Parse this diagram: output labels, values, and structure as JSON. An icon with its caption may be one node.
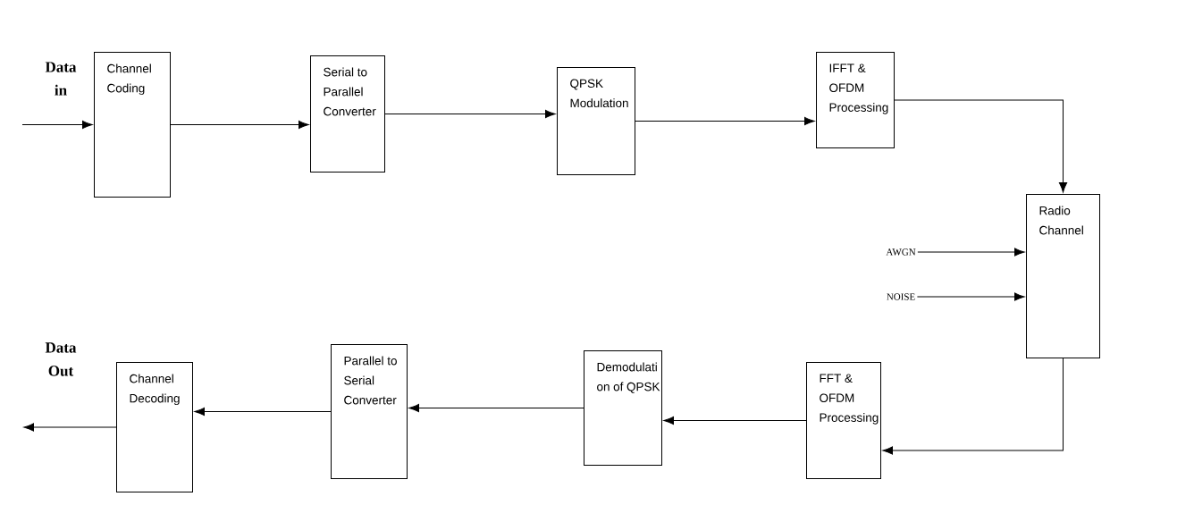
{
  "diagram": {
    "nodes": [
      {
        "text": [
          "Channel Coding"
        ],
        "beside": [
          "Data in"
        ]
      },
      {
        "text": [
          "Serial to Parallel Converter"
        ]
      },
      {
        "text": [
          "QPSK Modulation"
        ]
      },
      {
        "text": [
          "IFFT & OFDM Processing"
        ]
      },
      {
        "text": [
          "Radio Channel"
        ]
      },
      {
        "text": [
          "AWGN"
        ]
      },
      {
        "text": [
          "NOISE"
        ]
      },
      {
        "text": [
          "FFT & OFDM Processing"
        ]
      },
      {
        "text": [
          "Demodulati on of QPSK"
        ]
      },
      {
        "text": [
          "Parallel to Serial Converter"
        ]
      },
      {
        "text": [
          "Channel Decoding"
        ],
        "beside": [
          "Data Out"
        ]
      }
    ],
    "edges": [
      {
        "from": null,
        "to": 0,
        "arrow": "to"
      },
      {
        "from": 0,
        "to": 1,
        "arrow": "to"
      },
      {
        "from": 1,
        "to": 2,
        "arrow": "to"
      },
      {
        "from": 2,
        "to": 3,
        "arrow": "to"
      },
      {
        "from": 3,
        "to": 4,
        "arrow": "to"
      },
      {
        "from": 5,
        "to": 4,
        "arrow": "to"
      },
      {
        "from": 6,
        "to": 4,
        "arrow": "to"
      },
      {
        "from": 4,
        "to": 7,
        "arrow": "to"
      },
      {
        "from": 7,
        "to": 8,
        "arrow": "to"
      },
      {
        "from": 8,
        "to": 9,
        "arrow": "to"
      },
      {
        "from": 9,
        "to": 10,
        "arrow": "to"
      },
      {
        "from": 10,
        "to": null,
        "arrow": "to"
      }
    ]
  }
}
